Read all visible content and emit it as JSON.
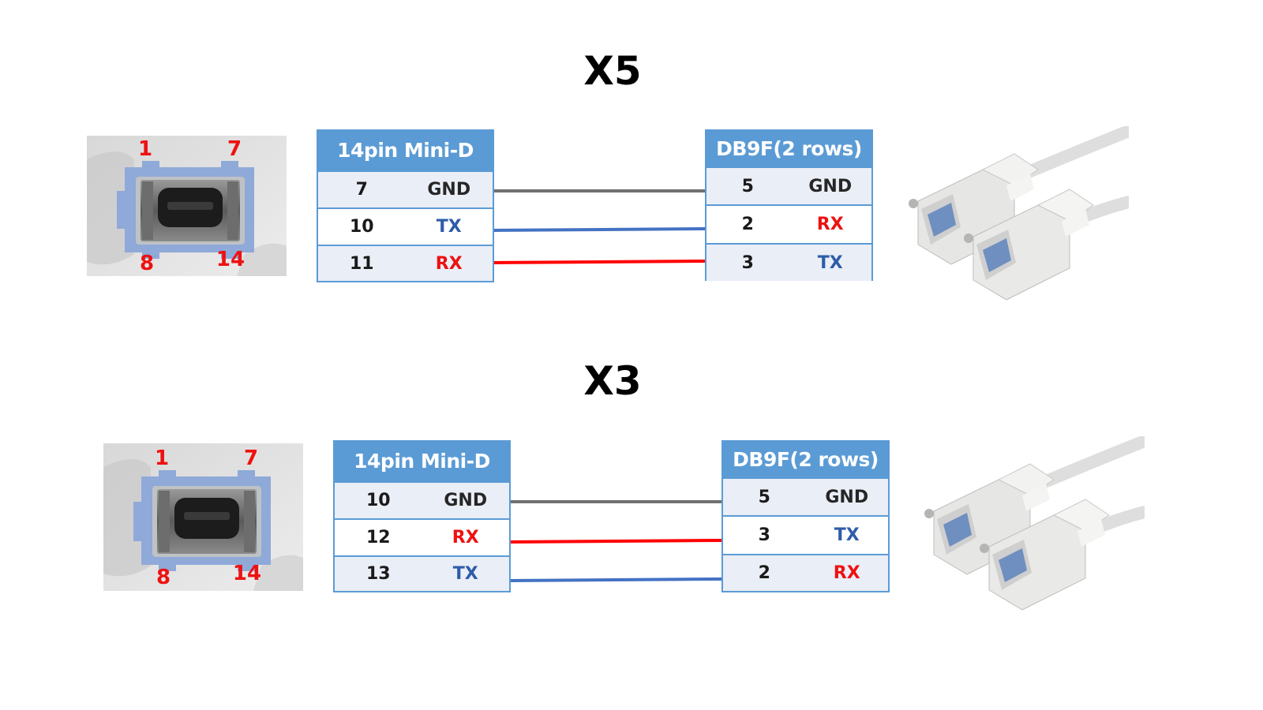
{
  "colors": {
    "header_blue": "#5b9bd5",
    "row_shade": "#eaeef7",
    "gnd_text": "#262626",
    "tx_text": "#2e5ca8",
    "rx_text": "#ee1111",
    "gnd_wire": "#707070",
    "tx_wire": "#4472c4",
    "rx_wire": "#ff0000",
    "connector_blue": "#8fa9d8",
    "pin_number_red": "#ee1111"
  },
  "sections": [
    {
      "title": "X5",
      "connector_photo": {
        "pin_labels": [
          "1",
          "7",
          "8",
          "14"
        ]
      },
      "left_table": {
        "header": "14pin Mini-D",
        "rows": [
          {
            "pin": "7",
            "signal": "GND",
            "color": "#262626"
          },
          {
            "pin": "10",
            "signal": "TX",
            "color": "#2e5ca8"
          },
          {
            "pin": "11",
            "signal": "RX",
            "color": "#ee1111"
          }
        ]
      },
      "right_table": {
        "header": "DB9F(2 rows)",
        "rows": [
          {
            "pin": "5",
            "signal": "GND",
            "color": "#262626"
          },
          {
            "pin": "2",
            "signal": "RX",
            "color": "#ee1111"
          },
          {
            "pin": "3",
            "signal": "TX",
            "color": "#2e5ca8"
          }
        ]
      },
      "wires": [
        {
          "from_pin": "7",
          "to_pin": "5",
          "color": "#707070"
        },
        {
          "from_pin": "10",
          "to_pin": "2",
          "color": "#4472c4"
        },
        {
          "from_pin": "11",
          "to_pin": "3",
          "color": "#ff0000"
        }
      ],
      "cable_photo": {
        "icon": "db9-female-cable-icon"
      }
    },
    {
      "title": "X3",
      "connector_photo": {
        "pin_labels": [
          "1",
          "7",
          "8",
          "14"
        ]
      },
      "left_table": {
        "header": "14pin Mini-D",
        "rows": [
          {
            "pin": "10",
            "signal": "GND",
            "color": "#262626"
          },
          {
            "pin": "12",
            "signal": "RX",
            "color": "#ee1111"
          },
          {
            "pin": "13",
            "signal": "TX",
            "color": "#2e5ca8"
          }
        ]
      },
      "right_table": {
        "header": "DB9F(2 rows)",
        "rows": [
          {
            "pin": "5",
            "signal": "GND",
            "color": "#262626"
          },
          {
            "pin": "3",
            "signal": "TX",
            "color": "#2e5ca8"
          },
          {
            "pin": "2",
            "signal": "RX",
            "color": "#ee1111"
          }
        ]
      },
      "wires": [
        {
          "from_pin": "10",
          "to_pin": "5",
          "color": "#707070"
        },
        {
          "from_pin": "12",
          "to_pin": "3",
          "color": "#ff0000"
        },
        {
          "from_pin": "13",
          "to_pin": "2",
          "color": "#4472c4"
        }
      ],
      "cable_photo": {
        "icon": "db9-female-cable-icon"
      }
    }
  ]
}
